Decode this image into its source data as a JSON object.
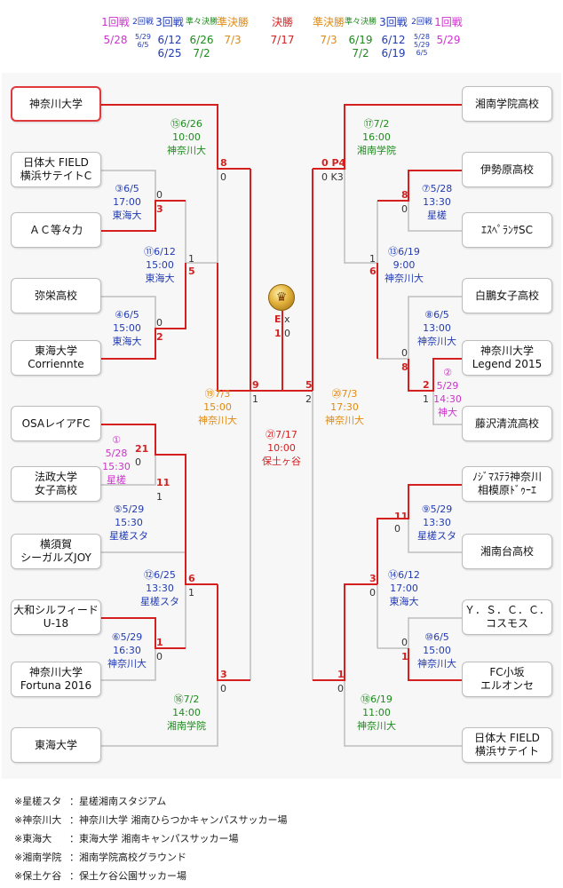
{
  "colors": {
    "r1": "#cc33cc",
    "r2": "#223bb3",
    "r3": "#223bb3",
    "qf": "#1e8a1e",
    "sf": "#e08a10",
    "final": "#d62020",
    "win": "#d62020",
    "line": "#bdbdbd"
  },
  "header": {
    "left": [
      {
        "label": "1回戦",
        "dates": "5/28",
        "color": "r1"
      },
      {
        "label": "2回戦",
        "dates": "5/29\n6/5",
        "color": "r2",
        "small": true
      },
      {
        "label": "3回戦",
        "dates": "6/12\n6/25",
        "color": "r3"
      },
      {
        "label": "準々決勝",
        "dates": "6/26\n7/2",
        "color": "qf",
        "smalllabel": true
      },
      {
        "label": "準決勝",
        "dates": "7/3",
        "color": "sf"
      }
    ],
    "final": {
      "label": "決勝",
      "dates": "7/17"
    },
    "right": [
      {
        "label": "準決勝",
        "dates": "7/3",
        "color": "sf"
      },
      {
        "label": "準々決勝",
        "dates": "6/19\n7/2",
        "color": "qf",
        "smalllabel": true
      },
      {
        "label": "3回戦",
        "dates": "6/12\n6/19",
        "color": "r3"
      },
      {
        "label": "2回戦",
        "dates": "5/28\n5/29\n6/5",
        "color": "r2",
        "small": true
      },
      {
        "label": "1回戦",
        "dates": "5/29",
        "color": "r1"
      }
    ]
  },
  "teams_left": [
    "神奈川大学",
    "日体大 FIELD\n横浜サテイトC",
    "ＡＣ等々力",
    "弥栄高校",
    "東海大学\nCorriennte",
    "OSAレイアFC",
    "法政大学\n女子高校",
    "横須賀\nシーガルズJOY",
    "大和シルフィード\nU-18",
    "神奈川大学\nFortuna 2016",
    "東海大学"
  ],
  "teams_right": [
    "湘南学院高校",
    "伊勢原高校",
    "ｴｽﾍﾟﾗﾝｻSC",
    "白鵬女子高校",
    "神奈川大学\nLegend 2015",
    "藤沢清流高校",
    "ﾉｼﾞﾏｽﾃﾗ神奈川\n相模原ﾄﾞｩｰｴ",
    "湘南台高校",
    "Ｙ．Ｓ．Ｃ．Ｃ．\nコスモス",
    "FC小坂\nエルオンセ",
    "日体大 FIELD\n横浜サテイト"
  ],
  "matches": [
    {
      "id": "L3a",
      "lines": [
        "③6/5",
        "17:00",
        "東海大"
      ],
      "color": "r2"
    },
    {
      "id": "L4",
      "lines": [
        "④6/5",
        "15:00",
        "東海大"
      ],
      "color": "r2"
    },
    {
      "id": "L1",
      "lines": [
        "①",
        "5/28",
        "15:30",
        "星槎"
      ],
      "color": "r1"
    },
    {
      "id": "L5",
      "lines": [
        "⑤5/29",
        "15:30",
        "星槎スタ"
      ],
      "color": "r2"
    },
    {
      "id": "L6",
      "lines": [
        "⑥5/29",
        "16:30",
        "神奈川大"
      ],
      "color": "r2"
    },
    {
      "id": "L11",
      "lines": [
        "⑪6/12",
        "15:00",
        "東海大"
      ],
      "color": "r3"
    },
    {
      "id": "L12",
      "lines": [
        "⑫6/25",
        "13:30",
        "星槎スタ"
      ],
      "color": "r3"
    },
    {
      "id": "L15",
      "lines": [
        "⑮6/26",
        "10:00",
        "神奈川大"
      ],
      "color": "qf"
    },
    {
      "id": "L16",
      "lines": [
        "⑯7/2",
        "14:00",
        "湘南学院"
      ],
      "color": "qf"
    },
    {
      "id": "L19",
      "lines": [
        "⑲7/3",
        "15:00",
        "神奈川大"
      ],
      "color": "sf"
    },
    {
      "id": "F21",
      "lines": [
        "㉑7/17",
        "10:00",
        "保土ヶ谷"
      ],
      "color": "final"
    },
    {
      "id": "R20",
      "lines": [
        "⑳7/3",
        "17:30",
        "神奈川大"
      ],
      "color": "sf"
    },
    {
      "id": "R17",
      "lines": [
        "⑰7/2",
        "16:00",
        "湘南学院"
      ],
      "color": "qf"
    },
    {
      "id": "R18",
      "lines": [
        "⑱6/19",
        "11:00",
        "神奈川大"
      ],
      "color": "qf"
    },
    {
      "id": "R13",
      "lines": [
        "⑬6/19",
        "9:00",
        "神奈川大"
      ],
      "color": "r3"
    },
    {
      "id": "R14",
      "lines": [
        "⑭6/12",
        "17:00",
        "東海大"
      ],
      "color": "r3"
    },
    {
      "id": "R7",
      "lines": [
        "⑦5/28",
        "13:30",
        "星槎"
      ],
      "color": "r2"
    },
    {
      "id": "R8",
      "lines": [
        "⑧6/5",
        "13:00",
        "神奈川大"
      ],
      "color": "r2"
    },
    {
      "id": "R2",
      "lines": [
        "②",
        "5/29",
        "14:30",
        "神大"
      ],
      "color": "r1"
    },
    {
      "id": "R9",
      "lines": [
        "⑨5/29",
        "13:30",
        "星槎スタ"
      ],
      "color": "r2"
    },
    {
      "id": "R10",
      "lines": [
        "⑩6/5",
        "15:00",
        "神奈川大"
      ],
      "color": "r2"
    }
  ],
  "scores": [
    {
      "t": "8",
      "w": true
    },
    {
      "t": "0"
    },
    {
      "t": "0"
    },
    {
      "t": "3",
      "w": true
    },
    {
      "t": "1"
    },
    {
      "t": "5",
      "w": true
    },
    {
      "t": "0"
    },
    {
      "t": "2",
      "w": true
    },
    {
      "t": "9",
      "w": true
    },
    {
      "t": "1"
    },
    {
      "t": "21",
      "w": true
    },
    {
      "t": "0"
    },
    {
      "t": "11",
      "w": true
    },
    {
      "t": "1"
    },
    {
      "t": "6",
      "w": true
    },
    {
      "t": "1"
    },
    {
      "t": "1",
      "w": true
    },
    {
      "t": "0"
    },
    {
      "t": "3",
      "w": true
    },
    {
      "t": "0"
    },
    {
      "t": "E",
      "w": true
    },
    {
      "t": "x"
    },
    {
      "t": "1",
      "w": true
    },
    {
      "t": "0"
    },
    {
      "t": "0 P4",
      "w": true
    },
    {
      "t": "0 K3"
    },
    {
      "t": "8",
      "w": true
    },
    {
      "t": "0"
    },
    {
      "t": "1"
    },
    {
      "t": "6",
      "w": true
    },
    {
      "t": "0"
    },
    {
      "t": "8",
      "w": true
    },
    {
      "t": "2",
      "w": true
    },
    {
      "t": "1"
    },
    {
      "t": "5",
      "w": true
    },
    {
      "t": "2"
    },
    {
      "t": "11",
      "w": true
    },
    {
      "t": "0"
    },
    {
      "t": "3",
      "w": true
    },
    {
      "t": "0"
    },
    {
      "t": "0"
    },
    {
      "t": "1",
      "w": true
    },
    {
      "t": "1",
      "w": true
    },
    {
      "t": "0"
    }
  ],
  "notes": [
    {
      "k": "※星槎スタ",
      "v": "：星槎湘南スタジアム"
    },
    {
      "k": "※神奈川大",
      "v": "：神奈川大学 湘南ひらつかキャンパスサッカー場"
    },
    {
      "k": "※東海大",
      "v": "：東海大学 湘南キャンパスサッカー場"
    },
    {
      "k": "※湘南学院",
      "v": "：湘南学院高校グラウンド"
    },
    {
      "k": "※保土ケ谷",
      "v": "：保土ケ谷公園サッカー場"
    }
  ]
}
